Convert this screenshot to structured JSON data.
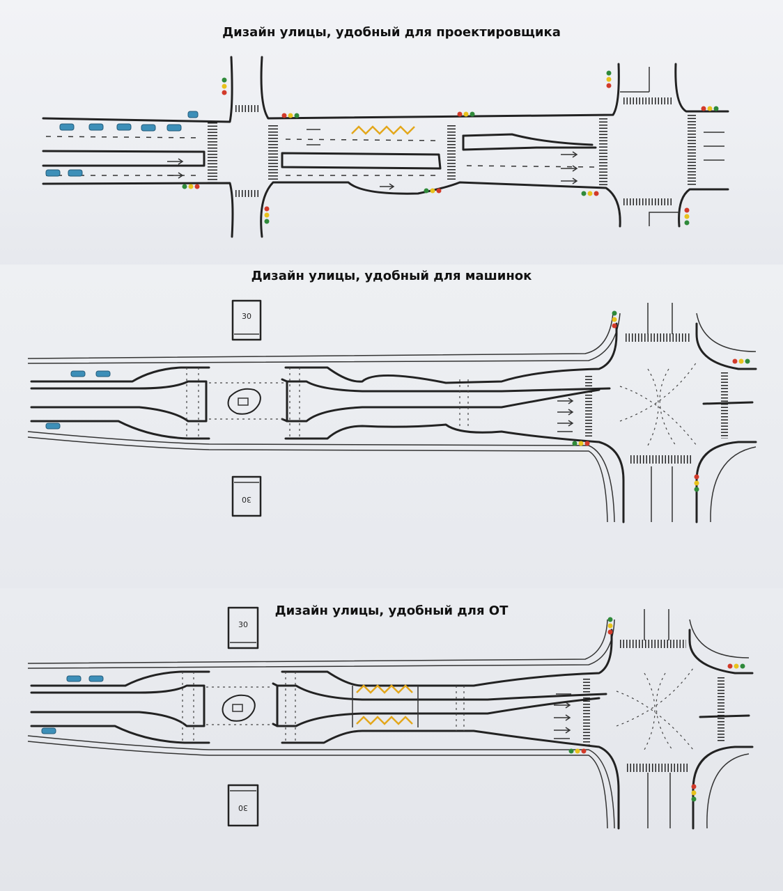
{
  "titles": {
    "panel1": "Дизайн улицы, удобный для проектировщика",
    "panel2": "Дизайн улицы, удобный для машинок",
    "panel3": "Дизайн улицы, удобный для ОТ"
  },
  "speed_signs": {
    "panel2_top": "30",
    "panel2_bottom": "30",
    "panel3_top": "30",
    "panel3_bottom": "30"
  },
  "colors": {
    "car": "#3d8fb8",
    "zigzag": "#e3a71b",
    "light_red": "#d23a2a",
    "light_yellow": "#e8c21c",
    "light_green": "#2f8a3a"
  }
}
